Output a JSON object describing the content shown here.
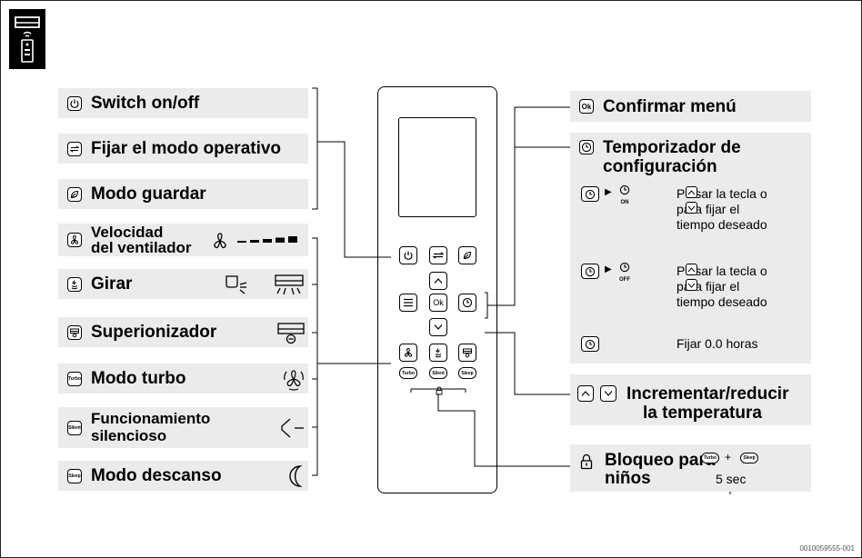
{
  "left_panel": {
    "switch": "Switch on/off",
    "mode": "Fijar el modo operativo",
    "save": "Modo guardar",
    "fan_1": "Velocidad",
    "fan_2": "del ventilador",
    "swing": "Girar",
    "ionizer": "Superionizador",
    "turbo": "Modo turbo",
    "silent_1": "Funcionamiento",
    "silent_2": "silencioso",
    "sleep": "Modo descanso"
  },
  "key_labels": {
    "ok": "Ok",
    "turbo": "Turbo",
    "silent": "Silent",
    "sleep": "Sleep"
  },
  "right_panel": {
    "confirm": "Confirmar menú",
    "timer_1": "Temporizador de",
    "timer_2": "configuración",
    "timer_on_1": "Pulsar la tecla",
    "timer_on_1b": "o",
    "timer_on_2": "para fijar el",
    "timer_on_3": "tiempo deseado",
    "timer_off_1": "Pulsar la tecla",
    "timer_off_1b": "o",
    "timer_off_2": "para fijar el",
    "timer_off_3": "tiempo deseado",
    "timer_clear": "Fijar 0.0 horas",
    "temp_1": "Incrementar/reducir",
    "temp_2": "la temperatura",
    "lock_1": "Bloqueo para",
    "lock_2": "niños",
    "lock_plus": "+",
    "lock_time": "5 sec",
    "on_tag": "ON",
    "off_tag": "OFF"
  },
  "doc_id": "0010059555-001"
}
